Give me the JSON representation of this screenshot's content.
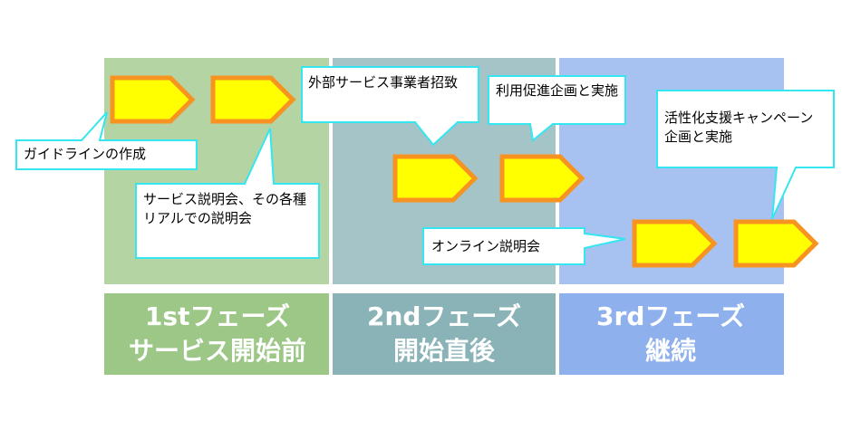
{
  "phases": [
    {
      "line1": "1stフェーズ",
      "line2": "サービス開始前",
      "color": "#b4d4a4",
      "label_color": "#9cc786"
    },
    {
      "line1": "2ndフェーズ",
      "line2": "開始直後",
      "color": "#a4c4c8",
      "label_color": "#8ab3b8"
    },
    {
      "line1": "3rdフェーズ",
      "line2": "継続",
      "color": "#a7c2f0",
      "label_color": "#8eb0ec"
    }
  ],
  "callouts": [
    {
      "text": "ガイドラインの作成"
    },
    {
      "text": "サービス説明会、その各種リアルでの説明会"
    },
    {
      "text": "外部サービス事業者招致"
    },
    {
      "text": "利用促進企画と実施"
    },
    {
      "text": "オンライン説明会"
    },
    {
      "text": "活性化支援キャンペーン企画と実施"
    }
  ],
  "colors": {
    "arrow_fill": "#ffff00",
    "arrow_stroke": "#f79421",
    "callout_border": "#33e6f0",
    "callout_fill": "#ffffff"
  }
}
